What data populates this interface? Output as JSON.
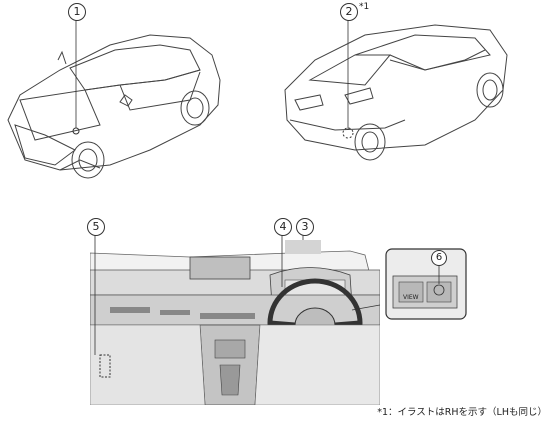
{
  "callouts": {
    "c1": "1",
    "c2": "2",
    "c3": "3",
    "c4": "4",
    "c5": "5",
    "c6": "6"
  },
  "c2_note_mark": "*1",
  "inset_button_label": "VIEW",
  "footnote": "*1：イラストはRHを示す（LHも同じ）"
}
